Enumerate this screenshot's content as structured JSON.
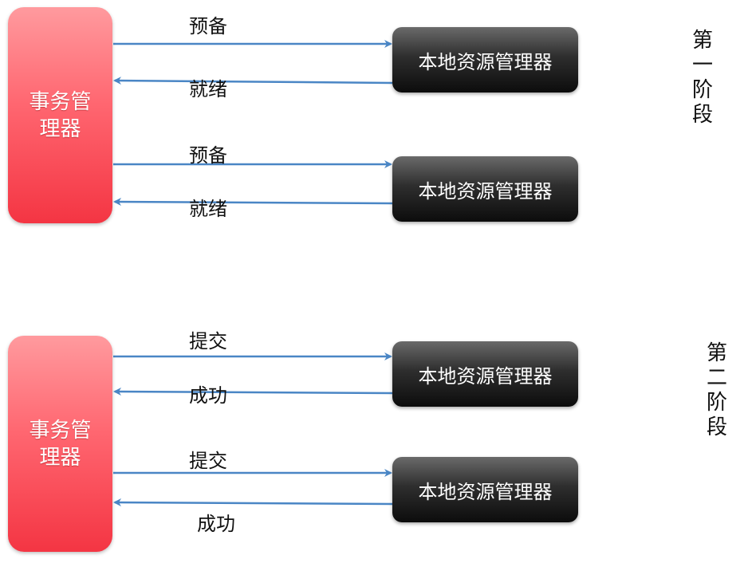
{
  "transaction_manager_label": "事务管理器",
  "resource_manager_label": "本地资源管理器",
  "phase1": {
    "title": "第一阶段",
    "prepare_label": "预备",
    "ready_label": "就绪"
  },
  "phase2": {
    "title": "第二阶段",
    "commit_label": "提交",
    "success_label": "成功"
  },
  "colors": {
    "arrow": "#4a86c5",
    "transaction_manager": "#ff6670",
    "resource_manager": "#1a1a1a"
  }
}
